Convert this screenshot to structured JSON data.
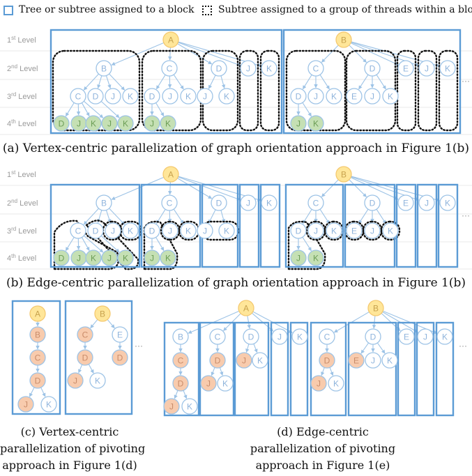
{
  "legend": {
    "block": "Tree or subtree assigned to a block",
    "group": "Subtree assigned to a group of threads within a block"
  },
  "levels": {
    "l1": {
      "num": "1",
      "sup": "st",
      "word": " Level"
    },
    "l2": {
      "num": "2",
      "sup": "nd",
      "word": " Level"
    },
    "l3": {
      "num": "3",
      "sup": "rd",
      "word": " Level"
    },
    "l4": {
      "num": "4",
      "sup": "th",
      "word": " Level"
    }
  },
  "captions": {
    "a": "(a) Vertex-centric parallelization of graph orientation approach in Figure 1(b)",
    "b": "(b) Edge-centric parallelization of graph orientation approach in Figure 1(b)",
    "c": [
      "(c) Vertex-centric",
      "parallelization of pivoting",
      "approach in Figure 1(d)"
    ],
    "d": [
      "(d) Edge-centric",
      "parallelization of pivoting",
      "approach in Figure 1(e)"
    ]
  },
  "ellipsis": "···",
  "colors": {
    "block_border": "#5b9bd5",
    "node_stroke": "#9dc3e6",
    "edge": "#9dc3e6",
    "node_text": "#8fb4dc",
    "root_fill": "#ffe699",
    "root_stroke": "#f4c970",
    "root_text": "#c7a24e",
    "green_fill": "#c5e0b4",
    "green_text": "#6c9d56",
    "orange_fill": "#f8cbad",
    "orange_text": "#c98c6a",
    "level_line": "#e8e8e8"
  },
  "panels": {
    "a": {
      "roots": [
        "A",
        "B"
      ],
      "tree_A": {
        "level2": [
          "B",
          "C",
          "D",
          "J",
          "K"
        ],
        "level3": [
          "C",
          "D",
          "J",
          "K",
          "D",
          "J",
          "K",
          "J",
          "K"
        ],
        "level4": [
          "D",
          "J",
          "K",
          "J",
          "K",
          "J",
          "K"
        ]
      },
      "tree_B": {
        "level2": [
          "C",
          "D",
          "E",
          "J",
          "K"
        ],
        "level3": [
          "D",
          "J",
          "K",
          "E",
          "J",
          "K"
        ],
        "level4": [
          "J",
          "K"
        ]
      }
    },
    "c": {
      "tree_A": [
        "A",
        "B",
        "C",
        "D",
        "J",
        "K"
      ],
      "tree_B": [
        "B",
        "C",
        "E",
        "D",
        "D",
        "J",
        "K"
      ]
    },
    "d": {
      "tree_A": [
        "A",
        "B",
        "C",
        "D",
        "J",
        "K",
        "C",
        "D",
        "J",
        "K",
        "D",
        "J",
        "K",
        "J",
        "K"
      ],
      "tree_B": [
        "B",
        "C",
        "D",
        "J",
        "K",
        "D",
        "E",
        "J",
        "K",
        "E",
        "J",
        "K"
      ]
    }
  }
}
